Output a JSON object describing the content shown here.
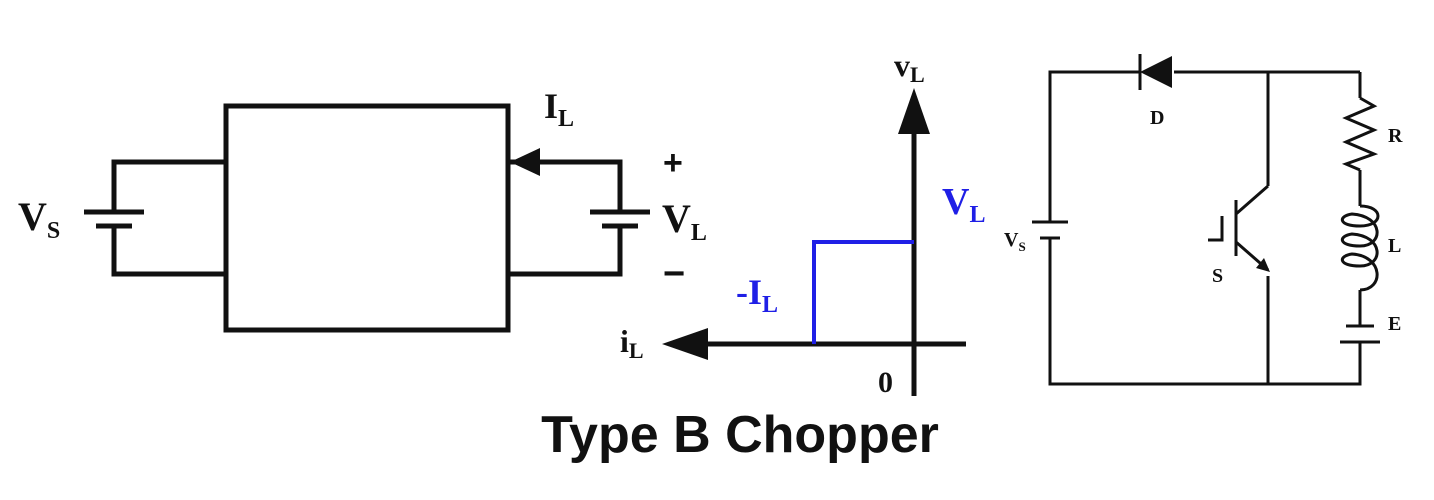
{
  "title": "Type B Chopper",
  "block_diagram": {
    "source_label": "V",
    "source_sub": "S",
    "current_label": "I",
    "current_sub": "L",
    "plus": "+",
    "minus": "−",
    "load_label": "V",
    "load_sub": "L"
  },
  "quadrant": {
    "y_axis_label": "v",
    "y_axis_sub": "L",
    "x_axis_label": "i",
    "x_axis_sub": "L",
    "origin": "0",
    "voltage_label": "V",
    "voltage_sub": "L",
    "current_label": "-I",
    "current_sub": "L",
    "accent_color": "#1f1fe6"
  },
  "circuit": {
    "diode": "D",
    "source_label": "V",
    "source_sub": "S",
    "switch": "S",
    "resistor": "R",
    "inductor": "L",
    "emf": "E"
  }
}
